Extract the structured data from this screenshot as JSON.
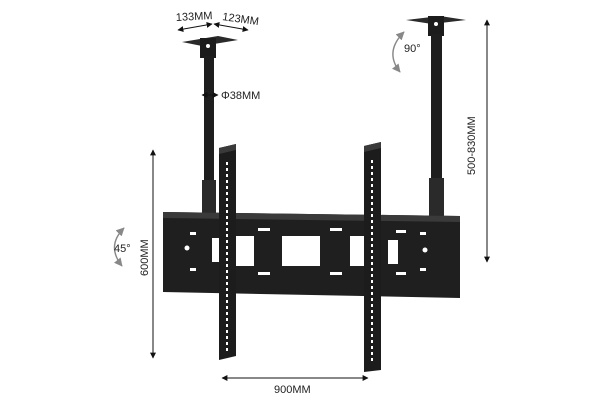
{
  "product": "ceiling-tv-mount",
  "colors": {
    "metal": "#1c1c1c",
    "metal_light": "#3a3a3a",
    "hole": "#ffffff",
    "dimension_line": "#111111",
    "arc": "#888888"
  },
  "labels": {
    "mount_plate_depth": "133MM",
    "mount_plate_width": "123MM",
    "pole_diameter": "Φ38MM",
    "rotation": "90°",
    "pole_height_range": "500-830MM",
    "tilt": "45°",
    "vertical_spacing": "600MM",
    "horizontal_spacing": "900MM"
  }
}
